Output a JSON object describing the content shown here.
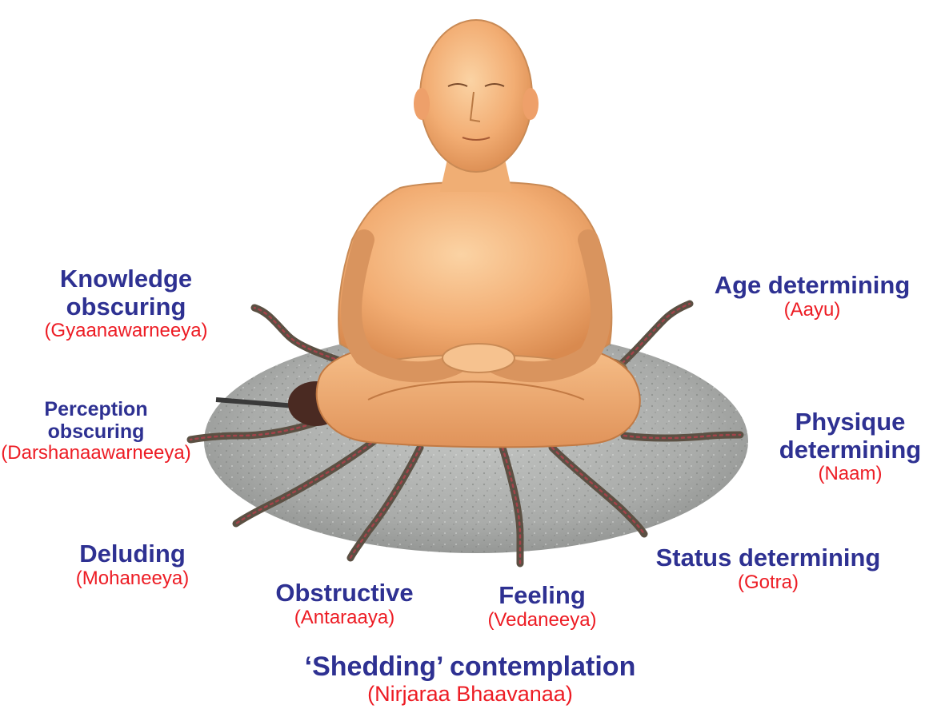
{
  "colors": {
    "english": "#2e3192",
    "sanskrit": "#ed1c24"
  },
  "figure": {
    "subject": "meditating-figure",
    "karmas": [
      {
        "name": "Knowledge",
        "name2": "obscuring",
        "term": "(Gyaanawarneeya)"
      },
      {
        "name": "Perception",
        "name2": "obscuring",
        "term": "(Darshanaawarneeya)"
      },
      {
        "name": "Deluding",
        "term": "(Mohaneeya)"
      },
      {
        "name": "Obstructive",
        "term": "(Antaraaya)"
      },
      {
        "name": "Feeling",
        "term": "(Vedaneeya)"
      },
      {
        "name": "Status determining",
        "term": "(Gotra)"
      },
      {
        "name": "Physique",
        "name2": "determining",
        "term": "(Naam)"
      },
      {
        "name": "Age determining",
        "term": "(Aayu)"
      }
    ]
  },
  "caption": {
    "title": "‘Shedding’ contemplation",
    "subtitle": "(Nirjaraa Bhaavanaa)"
  }
}
